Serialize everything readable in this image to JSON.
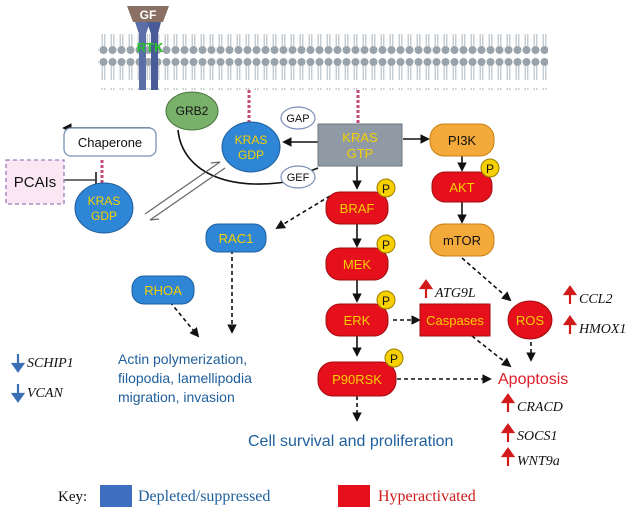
{
  "colors": {
    "blue": "#2f86d6",
    "red": "#e5101b",
    "gray": "#8f9aa5",
    "orange": "#f4aa3a",
    "green": "#79b06a",
    "gold": "#f6d000",
    "text_blue": "#1f5f9c",
    "apoptosis_red": "#e0202a",
    "pcai_fill": "#fbe7f3"
  },
  "receptor": {
    "ligand": "GF",
    "receptor": "RTK"
  },
  "nodes": {
    "grb2": "GRB2",
    "chaperone": "Chaperone",
    "pcais": "PCAIs",
    "kras_gdp_top_1": "KRAS",
    "kras_gdp_top_2": "GDP",
    "kras_gdp_low_1": "KRAS",
    "kras_gdp_low_2": "GDP",
    "gap": "GAP",
    "gef": "GEF",
    "kras_gtp_1": "KRAS",
    "kras_gtp_2": "GTP",
    "pi3k": "PI3K",
    "akt": "AKT",
    "mtor": "mTOR",
    "braf": "BRAF",
    "mek": "MEK",
    "erk": "ERK",
    "p90rsk": "P90RSK",
    "rac1": "RAC1",
    "rhoa": "RHOA",
    "caspases": "Caspases",
    "ros": "ROS",
    "phospho": "P"
  },
  "genes": {
    "atg9l": "ATG9L",
    "ccl2": "CCL2",
    "hmox1": "HMOX1",
    "schip1": "SCHIP1",
    "vcan": "VCAN",
    "cracd": "CRACD",
    "socs1": "SOCS1",
    "wnt9a": "WNT9a"
  },
  "outcomes": {
    "actin_1": "Actin polymerization,",
    "actin_2": "filopodia, lamellipodia",
    "actin_3": "migration, invasion",
    "apoptosis": "Apoptosis",
    "survival": "Cell survival and proliferation"
  },
  "key": {
    "label": "Key:",
    "depleted": "Depleted/suppressed",
    "hyperactivated": "Hyperactivated"
  }
}
